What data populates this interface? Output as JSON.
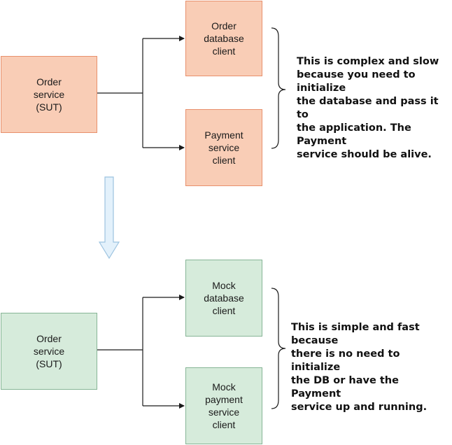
{
  "top": {
    "sut": [
      "Order",
      "service",
      "(SUT)"
    ],
    "client1": [
      "Order",
      "database",
      "client"
    ],
    "client2": [
      "Payment",
      "service",
      "client"
    ],
    "note": [
      "This is complex and slow",
      "because you need to initialize",
      "the database and pass it to",
      "the application. The Payment",
      "service should be alive."
    ]
  },
  "bottom": {
    "sut": [
      "Order",
      "service",
      "(SUT)"
    ],
    "client1": [
      "Mock",
      "database",
      "client"
    ],
    "client2": [
      "Mock",
      "payment",
      "service",
      "client"
    ],
    "note": [
      "This is simple and fast because",
      "there is no need to initialize",
      "the DB or have the Payment",
      "service up and running."
    ]
  },
  "colors": {
    "real_fill": "#f9cdb6",
    "real_border": "#e8906c",
    "mock_fill": "#d6ebdb",
    "mock_border": "#86b596",
    "arrow_fill": "#e3f1fb",
    "arrow_border": "#9cc3e0"
  }
}
